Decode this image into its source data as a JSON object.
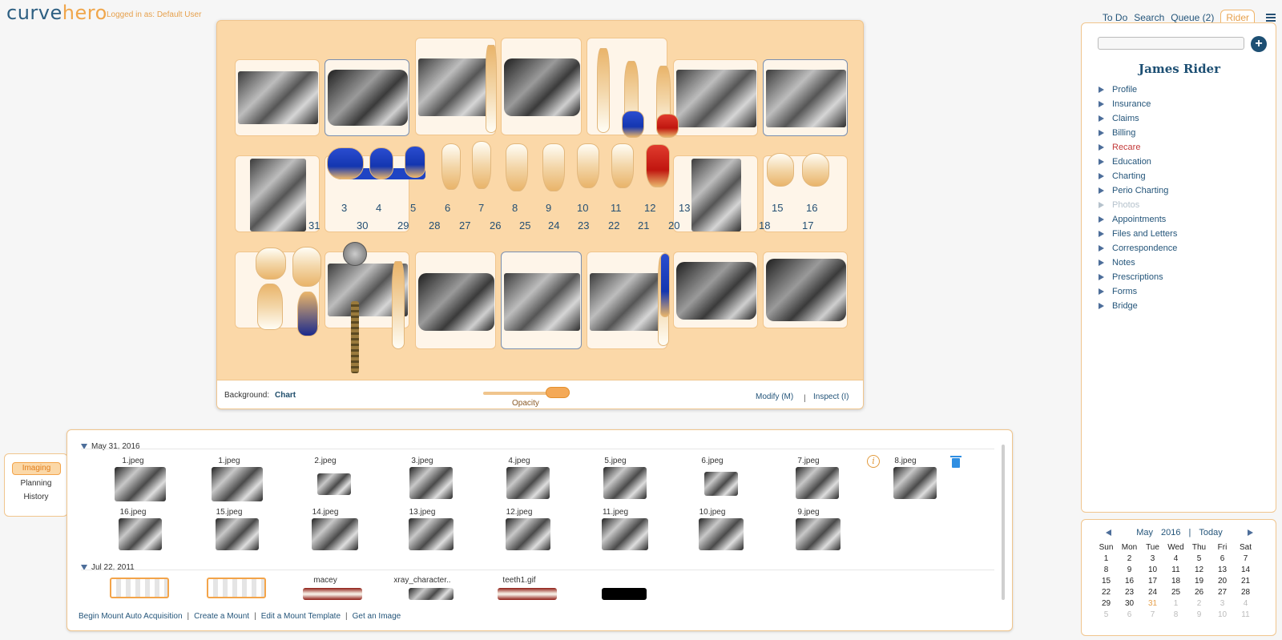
{
  "app": {
    "logo_curve": "curve",
    "logo_hero": "hero",
    "login_info": "Logged in as: Default User"
  },
  "topnav": {
    "todo": "To Do",
    "search": "Search",
    "queue": "Queue (2)",
    "rider": "Rider"
  },
  "chart": {
    "tooth_numbers_upper": [
      "3",
      "4",
      "5",
      "6",
      "7",
      "8",
      "9",
      "10",
      "11",
      "12",
      "13",
      "15",
      "16"
    ],
    "tooth_numbers_lower": [
      "31",
      "30",
      "29",
      "28",
      "27",
      "26",
      "25",
      "24",
      "23",
      "22",
      "21",
      "20",
      "18",
      "17"
    ],
    "footer": {
      "background_label": "Background:",
      "background_value": "Chart",
      "opacity_label": "Opacity",
      "modify": "Modify (M)",
      "separator": "|",
      "inspect": "Inspect (I)"
    }
  },
  "left_tabs": {
    "imaging": "Imaging",
    "planning": "Planning",
    "history": "History"
  },
  "gallery": {
    "group1": {
      "date": "May 31, 2016",
      "row1": [
        "1.jpeg",
        "1.jpeg",
        "2.jpeg",
        "3.jpeg",
        "4.jpeg",
        "5.jpeg",
        "6.jpeg",
        "7.jpeg",
        "8.jpeg"
      ],
      "row2": [
        "16.jpeg",
        "15.jpeg",
        "14.jpeg",
        "13.jpeg",
        "12.jpeg",
        "11.jpeg",
        "10.jpeg",
        "9.jpeg"
      ]
    },
    "group2": {
      "date": "Jul 22, 2011",
      "items": [
        "",
        "",
        "macey",
        "xray_character..",
        "teeth1.gif",
        ""
      ]
    },
    "links": {
      "begin_mount": "Begin Mount Auto Acquisition",
      "create_mount": "Create a Mount",
      "edit_template": "Edit a Mount Template",
      "get_image": "Get an Image",
      "separator": "|"
    },
    "info_glyph": "i"
  },
  "patient": {
    "name": "James Rider",
    "add_glyph": "+",
    "menu": [
      "Profile",
      "Insurance",
      "Claims",
      "Billing",
      "Recare",
      "Education",
      "Charting",
      "Perio Charting",
      "Photos",
      "Appointments",
      "Files and Letters",
      "Correspondence",
      "Notes",
      "Prescriptions",
      "Forms",
      "Bridge"
    ]
  },
  "calendar": {
    "month": "May",
    "year": "2016",
    "separator": "|",
    "today": "Today",
    "dow": [
      "Sun",
      "Mon",
      "Tue",
      "Wed",
      "Thu",
      "Fri",
      "Sat"
    ],
    "days": [
      "1",
      "2",
      "3",
      "4",
      "5",
      "6",
      "7",
      "8",
      "9",
      "10",
      "11",
      "12",
      "13",
      "14",
      "15",
      "16",
      "17",
      "18",
      "19",
      "20",
      "21",
      "22",
      "23",
      "24",
      "25",
      "26",
      "27",
      "28",
      "29",
      "30",
      "31",
      "1",
      "2",
      "3",
      "4",
      "5",
      "6",
      "7",
      "8",
      "9",
      "10",
      "11"
    ]
  },
  "colors": {
    "accent": "#f0a64b",
    "brand": "#1d4f73",
    "alert": "#c43b3b"
  }
}
